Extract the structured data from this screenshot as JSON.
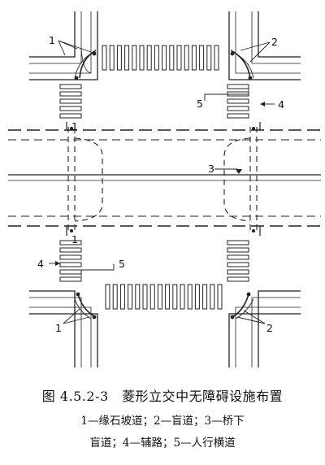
{
  "figure": {
    "title": "图 4.5.2-3　菱形立交中无障碍设施布置",
    "legend_line1": "1—缘石坡道；2—盲道；3—桥下",
    "legend_line2": "盲道；4—辅路；5—人行横道"
  },
  "callouts": {
    "top_left": "1",
    "top_right": "2",
    "top_right_crossing": "5",
    "top_right_arrow": "4",
    "center_top": "1",
    "center_right": "3",
    "center_bottom": "1",
    "bottom_left_arrow": "4",
    "bottom_left_crossing": "5",
    "bottom_left": "1",
    "bottom_right": "2"
  },
  "style": {
    "line_color": "#222222",
    "background": "#ffffff"
  }
}
